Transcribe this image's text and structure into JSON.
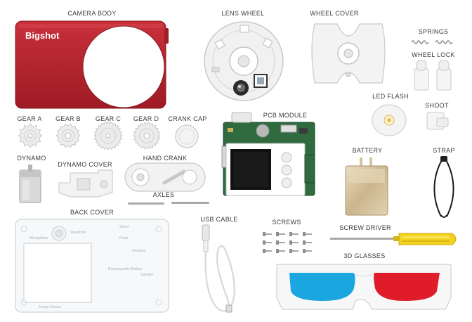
{
  "labels": {
    "camera_body": "CAMERA BODY",
    "lens_wheel": "LENS WHEEL",
    "wheel_cover": "WHEEL COVER",
    "springs": "SPRINGS",
    "wheel_lock": "WHEEL LOCK",
    "led_flash": "LED FLASH",
    "shoot": "SHOOT",
    "gear_a": "GEAR A",
    "gear_b": "GEAR B",
    "gear_c": "GEAR C",
    "gear_d": "GEAR D",
    "crank_cap": "CRANK CAP",
    "pcb_module": "PCB MODULE",
    "battery": "BATTERY",
    "strap": "STRAP",
    "dynamo": "DYNAMO",
    "dynamo_cover": "DYNAMO COVER",
    "hand_crank": "HAND CRANK",
    "axles": "AXLES",
    "back_cover": "BACK COVER",
    "usb_cable": "USB CABLE",
    "screws": "SCREWS",
    "screw_driver": "SCREW DRIVER",
    "glasses_3d": "3D GLASSES"
  },
  "brand": {
    "logo_text": "Bigshot"
  },
  "back_cover_markings": {
    "viewfinder": "Viewfinder",
    "flash": "Flash",
    "gearbox": "Gearbox",
    "rechargeable_battery": "Rechargeable Battery",
    "speaker": "Speaker",
    "image_sensor": "Image Sensor",
    "shoot": "Shoot",
    "microphone": "Microphone"
  },
  "colors": {
    "camera_red": "#b8232b",
    "glasses_cyan": "#1aa7e0",
    "glasses_red": "#e01c2a",
    "driver_yellow": "#f2d21b",
    "pcb_green": "#2f6b3e"
  }
}
